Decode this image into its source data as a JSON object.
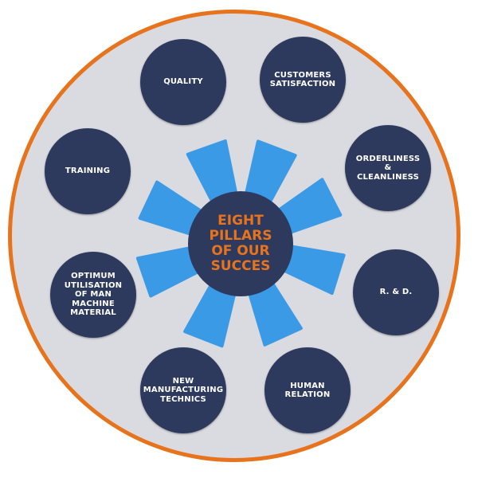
{
  "center": {
    "label": "EIGHT\nPILLARS\nOF OUR\nSUCCES"
  },
  "pillars": [
    {
      "label": "QUALITY"
    },
    {
      "label": "CUSTOMERS\nSATISFACTION"
    },
    {
      "label": "ORDERLINESS\n&\nCLEANLINESS"
    },
    {
      "label": "R. & D."
    },
    {
      "label": "HUMAN\nRELATION"
    },
    {
      "label": "NEW\nMANUFACTURING\nTECHNICS"
    },
    {
      "label": "OPTIMUM\nUTILISATION\nOF MAN\nMACHINE\nMATERIAL"
    },
    {
      "label": "TRAINING"
    }
  ],
  "colors": {
    "ring": "#e8731d",
    "disc": "#d9dbe0",
    "node": "#2d3a5e",
    "connector": "#3b9ae6",
    "center_text": "#e8731d",
    "node_text": "#ffffff"
  }
}
